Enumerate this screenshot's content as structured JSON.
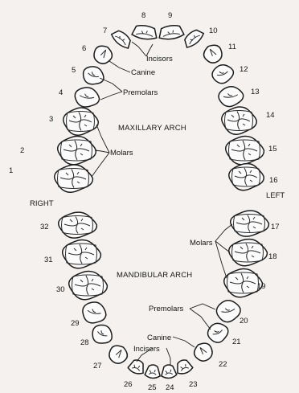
{
  "side_labels": {
    "right": "RIGHT",
    "left": "LEFT"
  },
  "arch_titles": {
    "maxillary": "MAXILLARY ARCH",
    "mandibular": "MANDIBULAR ARCH"
  },
  "upper_labels": {
    "incisors": "Incisors",
    "canine": "Canine",
    "premolars": "Premolars",
    "molars": "Molars"
  },
  "lower_labels": {
    "molars": "Molars",
    "premolars": "Premolars",
    "canine": "Canine",
    "incisors": "Incisors"
  },
  "teeth": [
    {
      "number": "1",
      "type": "molar"
    },
    {
      "number": "2",
      "type": "molar"
    },
    {
      "number": "3",
      "type": "molar"
    },
    {
      "number": "4",
      "type": "premolar"
    },
    {
      "number": "5",
      "type": "premolar"
    },
    {
      "number": "6",
      "type": "canine"
    },
    {
      "number": "7",
      "type": "incisor"
    },
    {
      "number": "8",
      "type": "incisor"
    },
    {
      "number": "9",
      "type": "incisor"
    },
    {
      "number": "10",
      "type": "incisor"
    },
    {
      "number": "11",
      "type": "canine"
    },
    {
      "number": "12",
      "type": "premolar"
    },
    {
      "number": "13",
      "type": "premolar"
    },
    {
      "number": "14",
      "type": "molar"
    },
    {
      "number": "15",
      "type": "molar"
    },
    {
      "number": "16",
      "type": "molar"
    },
    {
      "number": "17",
      "type": "molar"
    },
    {
      "number": "18",
      "type": "molar"
    },
    {
      "number": "19",
      "type": "molar"
    },
    {
      "number": "20",
      "type": "premolar"
    },
    {
      "number": "21",
      "type": "premolar"
    },
    {
      "number": "22",
      "type": "canine"
    },
    {
      "number": "23",
      "type": "incisor"
    },
    {
      "number": "24",
      "type": "incisor"
    },
    {
      "number": "25",
      "type": "incisor"
    },
    {
      "number": "26",
      "type": "incisor"
    },
    {
      "number": "27",
      "type": "canine"
    },
    {
      "number": "28",
      "type": "premolar"
    },
    {
      "number": "29",
      "type": "premolar"
    },
    {
      "number": "30",
      "type": "molar"
    },
    {
      "number": "31",
      "type": "molar"
    },
    {
      "number": "32",
      "type": "molar"
    }
  ]
}
